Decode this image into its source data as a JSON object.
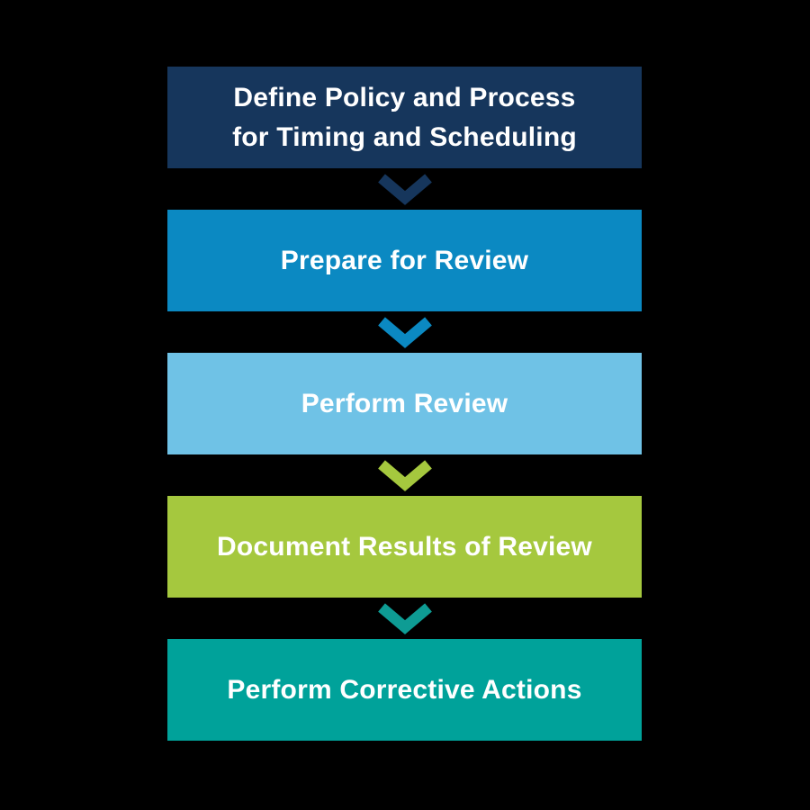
{
  "page": {
    "background_color": "#000000"
  },
  "flowchart": {
    "text_color": "#FFFFFF",
    "steps": [
      {
        "label": "Define Policy and Process\nfor Timing and Scheduling",
        "color": "#16365C"
      },
      {
        "label": "Prepare for Review",
        "color": "#0B89C2"
      },
      {
        "label": "Perform Review",
        "color": "#6FC2E6"
      },
      {
        "label": "Document Results of Review",
        "color": "#A5C83E"
      },
      {
        "label": "Perform Corrective Actions",
        "color": "#00A29A"
      }
    ],
    "connectors": [
      {
        "icon": "chevron-down-icon",
        "color": "#16365C"
      },
      {
        "icon": "chevron-down-icon",
        "color": "#0B89C2"
      },
      {
        "icon": "chevron-down-icon",
        "color": "#A5C83E"
      },
      {
        "icon": "chevron-down-icon",
        "color": "#0E9C94"
      }
    ]
  }
}
